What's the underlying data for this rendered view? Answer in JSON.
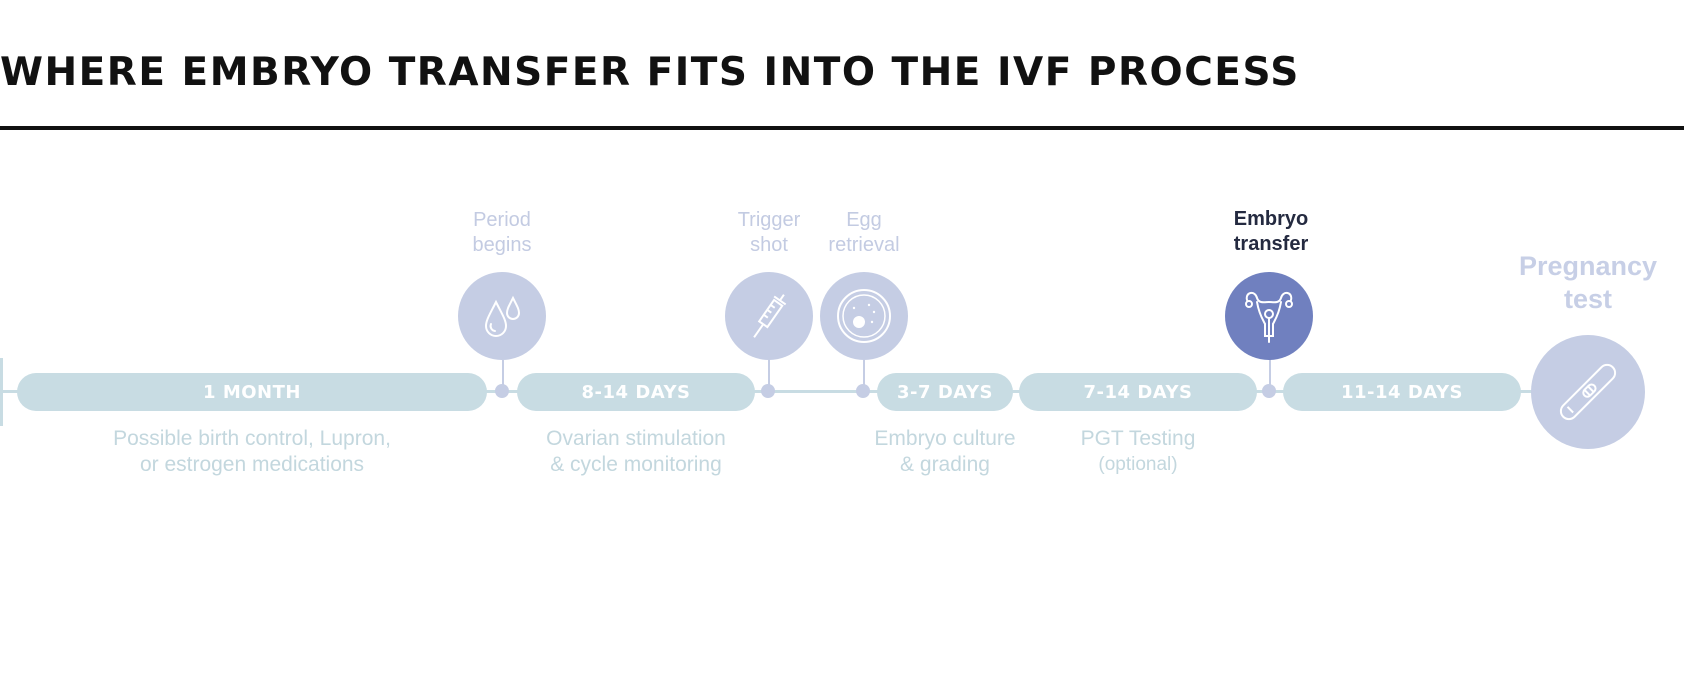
{
  "title": "WHERE EMBRYO TRANSFER FITS INTO THE IVF PROCESS",
  "phases": [
    {
      "label": "1 MONTH",
      "desc": [
        "Possible birth control, Lupron,",
        "or estrogen medications"
      ]
    },
    {
      "label": "8-14 DAYS",
      "desc": [
        "Ovarian stimulation",
        "& cycle monitoring"
      ]
    },
    {
      "label": "3-7 DAYS",
      "desc": [
        "Embryo culture",
        "& grading"
      ]
    },
    {
      "label": "7-14 DAYS",
      "desc": [
        "PGT Testing",
        "(optional)"
      ]
    },
    {
      "label": "11-14 DAYS",
      "desc": []
    }
  ],
  "milestones": [
    {
      "label": [
        "Period",
        "begins"
      ],
      "icon": "drops-icon",
      "active": false
    },
    {
      "label": [
        "Trigger",
        "shot"
      ],
      "icon": "syringe-icon",
      "active": false
    },
    {
      "label": [
        "Egg",
        "retrieval"
      ],
      "icon": "egg-icon",
      "active": false
    },
    {
      "label": [
        "Embryo",
        "transfer"
      ],
      "icon": "uterus-icon",
      "active": true
    },
    {
      "label": [
        "Pregnancy",
        "test"
      ],
      "icon": "pregnancy-test-icon",
      "active": false
    }
  ],
  "colors": {
    "accent": "#7080bf",
    "milestone": "#c5cde4",
    "phase": "#c8dce3",
    "title": "#111111"
  }
}
